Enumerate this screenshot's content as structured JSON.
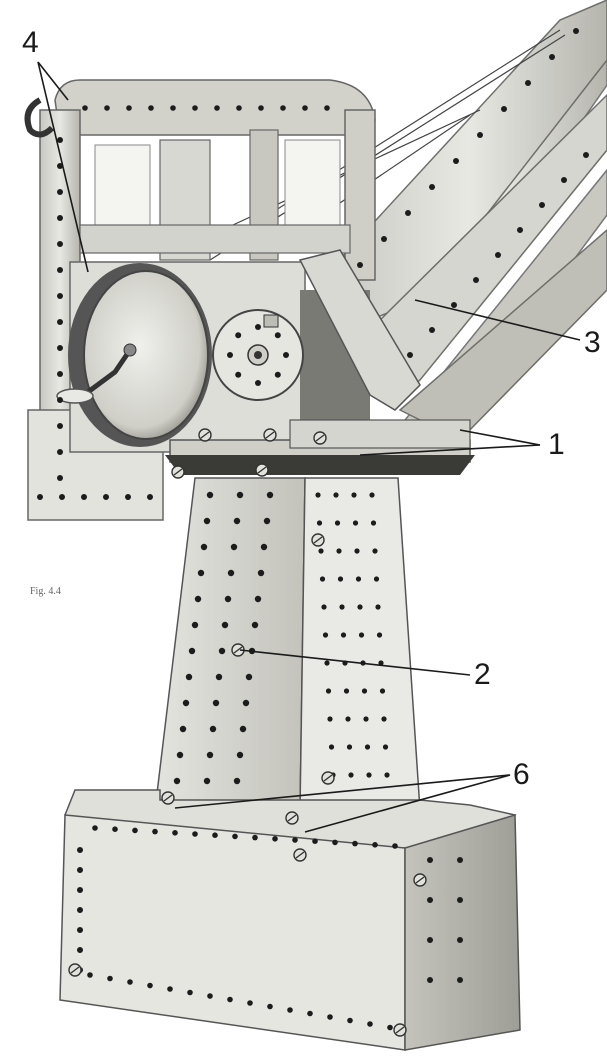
{
  "figure": {
    "caption": "Fig. 4.4"
  },
  "callouts": [
    {
      "id": "1",
      "label": "1"
    },
    {
      "id": "2",
      "label": "2"
    },
    {
      "id": "3",
      "label": "3"
    },
    {
      "id": "4",
      "label": "4"
    },
    {
      "id": "6",
      "label": "6"
    }
  ],
  "colors": {
    "paper": "#ffffff",
    "metal_light": "#d9d9d4",
    "metal_mid": "#b9b9b2",
    "metal_dark": "#8d8d86",
    "hole": "#1c1c1c",
    "ink": "#1a1a1a"
  }
}
